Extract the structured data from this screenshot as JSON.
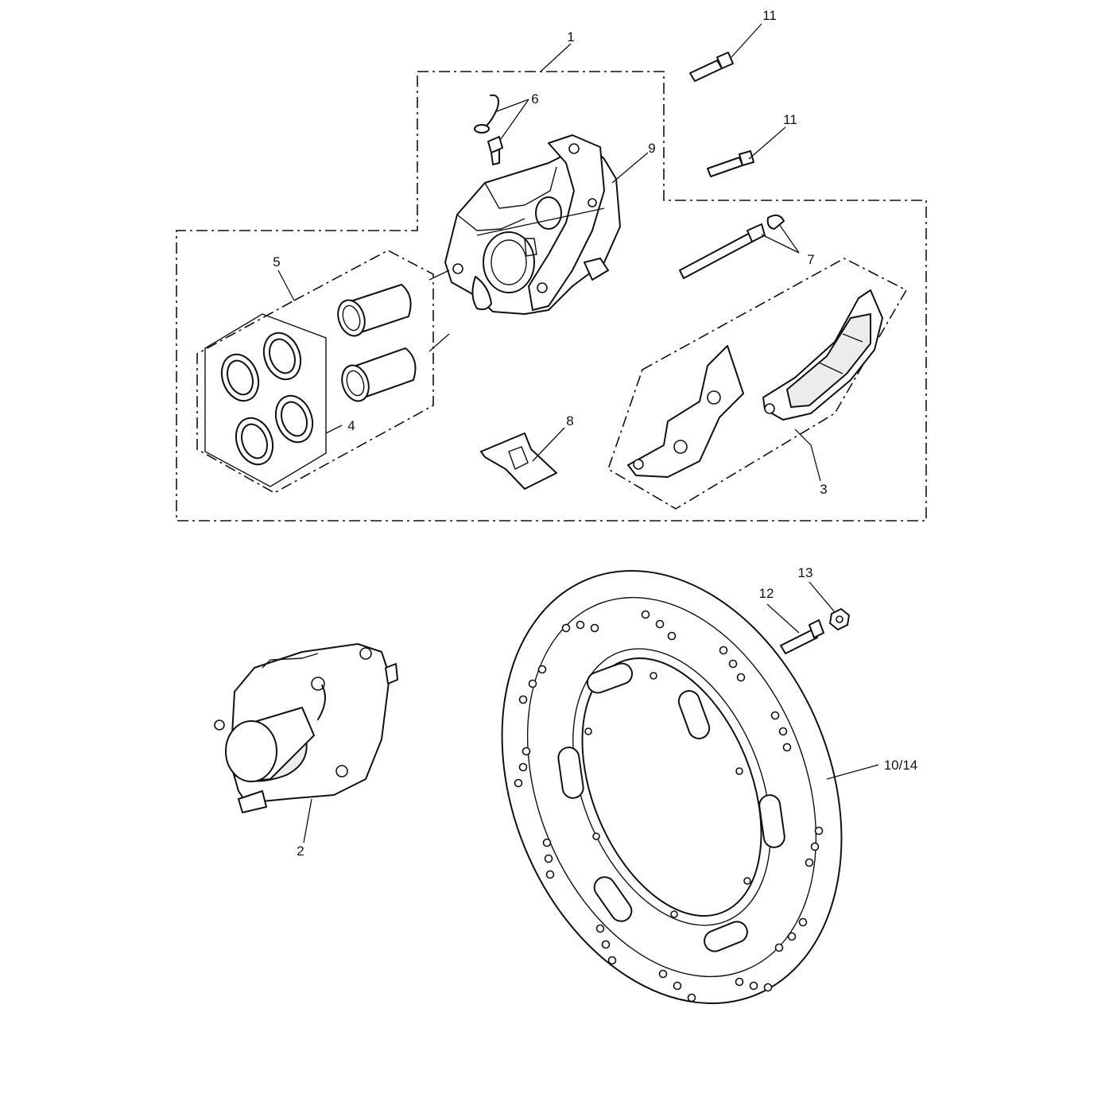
{
  "callouts": {
    "c1": "1",
    "c2": "2",
    "c3": "3",
    "c4": "4",
    "c5": "5",
    "c6": "6",
    "c7": "7",
    "c8": "8",
    "c9": "9",
    "c11a": "11",
    "c11b": "11",
    "c12": "12",
    "c13": "13",
    "c10_14": "10/14"
  }
}
